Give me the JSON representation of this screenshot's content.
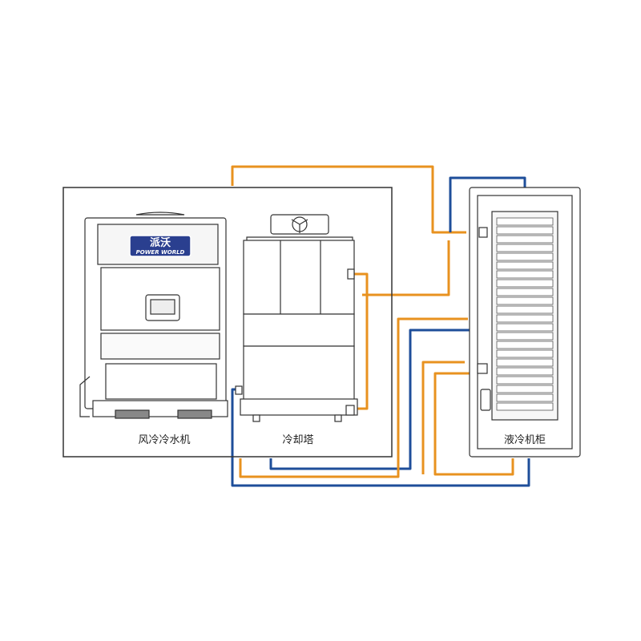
{
  "brand": {
    "name_cn": "派沃",
    "name_en": "POWER WORLD"
  },
  "labels": {
    "air_chiller": "风冷冷水机",
    "cooling_tower": "冷却塔",
    "liquid_cabinet": "液冷机柜"
  },
  "colors": {
    "hot_pipe": "#E8921F",
    "cold_pipe": "#1E4E9A",
    "outline": "#333333",
    "brand_blue": "#2A3F8F"
  },
  "icons": [
    "fan-icon",
    "control-panel-icon",
    "pipe-connector-icon"
  ]
}
